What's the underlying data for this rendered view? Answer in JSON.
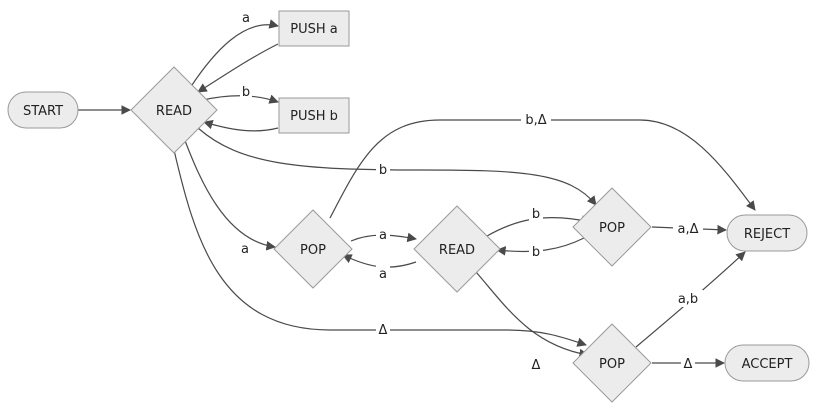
{
  "nodes": {
    "start": "START",
    "read1": "READ",
    "push_a": "PUSH a",
    "push_b": "PUSH b",
    "pop1": "POP",
    "read2": "READ",
    "pop2": "POP",
    "reject": "REJECT",
    "pop3": "POP",
    "accept": "ACCEPT"
  },
  "edge_labels": {
    "read1_push_a": "a",
    "read1_push_b": "b",
    "read1_pop2": "b",
    "read1_pop1": "a",
    "read1_pop3": "Δ",
    "pop1_reject": "b,Δ",
    "pop1_read2": "a",
    "read2_pop1": "a",
    "read2_pop2": "b",
    "pop2_read2": "b",
    "pop2_reject": "a,Δ",
    "read2_pop3": "Δ",
    "pop3_reject": "a,b",
    "pop3_accept": "Δ"
  },
  "colors": {
    "node_fill": "#ececec",
    "node_stroke": "#9a9a9a",
    "edge": "#4a4a4a"
  }
}
